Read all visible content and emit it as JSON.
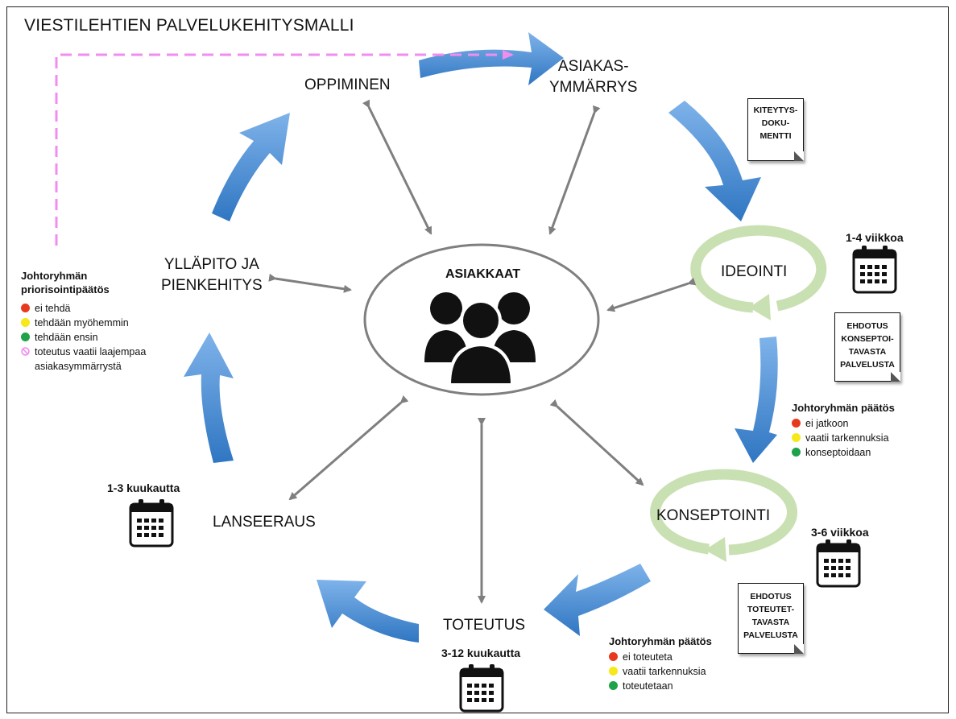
{
  "title": "VIESTILEHTIEN PALVELUKEHITYSMALLI",
  "center": {
    "label": "ASIAKKAAT",
    "icon": "users-group-icon"
  },
  "stages": {
    "oppiminen": "OPPIMINEN",
    "asiakas_line1": "ASIAKAS-",
    "asiakas_line2": "YMMÄRRYS",
    "ideointi": "IDEOINTI",
    "konseptointi": "KONSEPTOINTI",
    "toteutus": "TOTEUTUS",
    "lanseeraus": "LANSEERAUS",
    "yllapito_line1": "YLLÄPITO JA",
    "yllapito_line2": "PIENKEHITYS"
  },
  "durations": {
    "ideointi": "1-4 viikkoa",
    "konseptointi": "3-6 viikkoa",
    "toteutus": "3-12 kuukautta",
    "lanseeraus": "1-3 kuukautta"
  },
  "documents": {
    "kiteytys": [
      "KITEYTYS-",
      "DOKU-",
      "MENTTI"
    ],
    "konseptoitava": [
      "EHDOTUS",
      "KONSEPTOI-",
      "TAVASTA",
      "PALVELUSTA"
    ],
    "toteutettava": [
      "EHDOTUS",
      "TOTEUTET-",
      "TAVASTA",
      "PALVELUSTA"
    ]
  },
  "legends": {
    "priorisointi": {
      "title_line1": "Johtoryhmän",
      "title_line2": "priorisointipäätös",
      "items": [
        "ei tehdä",
        "tehdään myöhemmin",
        "tehdään ensin"
      ],
      "extra_line1": "toteutus vaatii laajempaa",
      "extra_line2": "asiakasymmärrystä"
    },
    "ideointi_paatos": {
      "title": "Johtoryhmän päätös",
      "items": [
        "ei jatkoon",
        "vaatii tarkennuksia",
        "konseptoidaan"
      ]
    },
    "konseptointi_paatos": {
      "title": "Johtoryhmän päätös",
      "items": [
        "ei toteuteta",
        "vaatii  tarkennuksia",
        "toteutetaan"
      ]
    }
  },
  "colors": {
    "cycle_arrow": "#4a8fd6",
    "loop_arrow": "#c9e0b2",
    "connector": "#7f7f7f",
    "feedback_dashed": "#f08ef0",
    "red": "#e8391d",
    "yellow": "#f7e81a",
    "green": "#1ea24a"
  }
}
